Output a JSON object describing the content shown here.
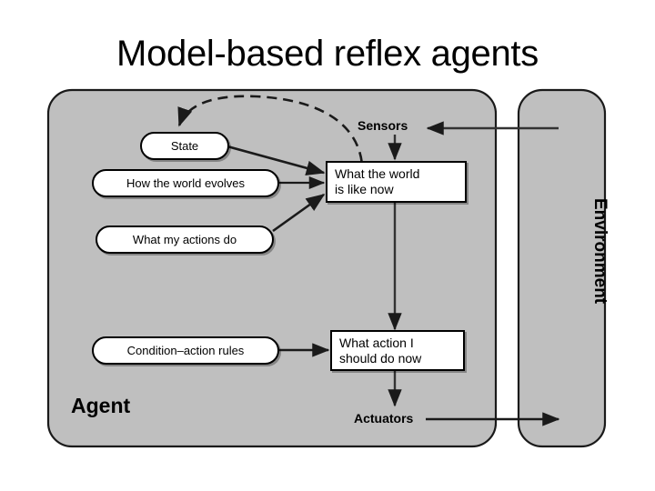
{
  "slide": {
    "title": "Model-based reflex agents",
    "background_color": "#ffffff",
    "body_fill_color": "#bfbfbf",
    "stroke_color": "#000000",
    "node_fill_color": "#ffffff"
  },
  "diagram": {
    "type": "agent-architecture-diagram",
    "containers": [
      {
        "id": "agent",
        "label": "Agent",
        "shape": "rounded-rect",
        "fill": "#bfbfbf"
      },
      {
        "id": "environment",
        "label": "Environment",
        "shape": "rounded-rect",
        "fill": "#bfbfbf",
        "orientation": "vertical-text"
      }
    ],
    "io_ports": [
      {
        "id": "sensors",
        "label": "Sensors",
        "direction": "in"
      },
      {
        "id": "actuators",
        "label": "Actuators",
        "direction": "out"
      }
    ],
    "knowledge_nodes": [
      {
        "id": "state",
        "label": "State",
        "shape": "pill"
      },
      {
        "id": "how-world-evolves",
        "label": "How the world evolves",
        "shape": "pill"
      },
      {
        "id": "what-my-actions-do",
        "label": "What my actions do",
        "shape": "pill"
      },
      {
        "id": "condition-action-rules",
        "label": "Condition–action rules",
        "shape": "pill"
      }
    ],
    "process_nodes": [
      {
        "id": "world-now",
        "shape": "rect",
        "line1": "What the world",
        "line2": "is like now"
      },
      {
        "id": "action-now",
        "shape": "rect",
        "line1": "What action I",
        "line2": "should do now"
      }
    ],
    "edges": [
      {
        "from": "environment",
        "to": "sensors",
        "style": "solid",
        "arrow": "left"
      },
      {
        "from": "sensors",
        "to": "world-now",
        "style": "solid",
        "arrow": "down"
      },
      {
        "from": "state",
        "to": "world-now",
        "style": "solid",
        "arrow": "right"
      },
      {
        "from": "how-world-evolves",
        "to": "world-now",
        "style": "solid",
        "arrow": "right"
      },
      {
        "from": "what-my-actions-do",
        "to": "world-now",
        "style": "solid",
        "arrow": "right"
      },
      {
        "from": "world-now",
        "to": "state",
        "style": "dashed",
        "arrow": "down"
      },
      {
        "from": "world-now",
        "to": "action-now",
        "style": "solid",
        "arrow": "down"
      },
      {
        "from": "condition-action-rules",
        "to": "action-now",
        "style": "solid",
        "arrow": "right"
      },
      {
        "from": "action-now",
        "to": "actuators",
        "style": "solid",
        "arrow": "down"
      },
      {
        "from": "actuators",
        "to": "environment",
        "style": "solid",
        "arrow": "right"
      }
    ]
  }
}
